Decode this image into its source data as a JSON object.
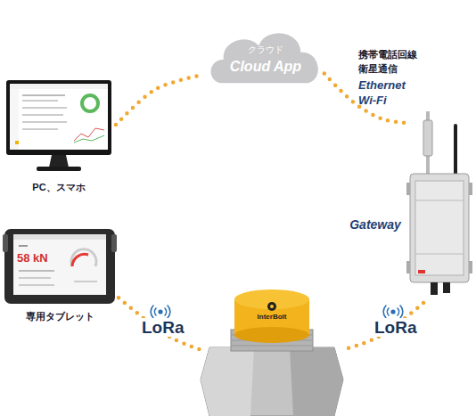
{
  "diagram": {
    "nodes": [
      {
        "text": [
          "クラウド",
          "Cloud App"
        ]
      },
      {
        "text": [
          "PC、スマホ"
        ]
      },
      {
        "text": [
          "Gateway"
        ]
      },
      {
        "text": [
          "58 kN",
          "専用タブレット"
        ]
      },
      {
        "text": [
          "InterBolt"
        ]
      }
    ],
    "edges": [
      {
        "from": 1,
        "to": 0,
        "arrow": "none"
      },
      {
        "from": 0,
        "to": 2,
        "arrow": "none"
      },
      {
        "from": 3,
        "to": 4,
        "label": "LoRa",
        "arrow": "none"
      },
      {
        "from": 2,
        "to": 4,
        "label": "LoRa",
        "arrow": "none"
      }
    ],
    "labels": [
      "携帯電話回線",
      "衛星通信",
      "Ethernet",
      "Wi-Fi"
    ]
  }
}
